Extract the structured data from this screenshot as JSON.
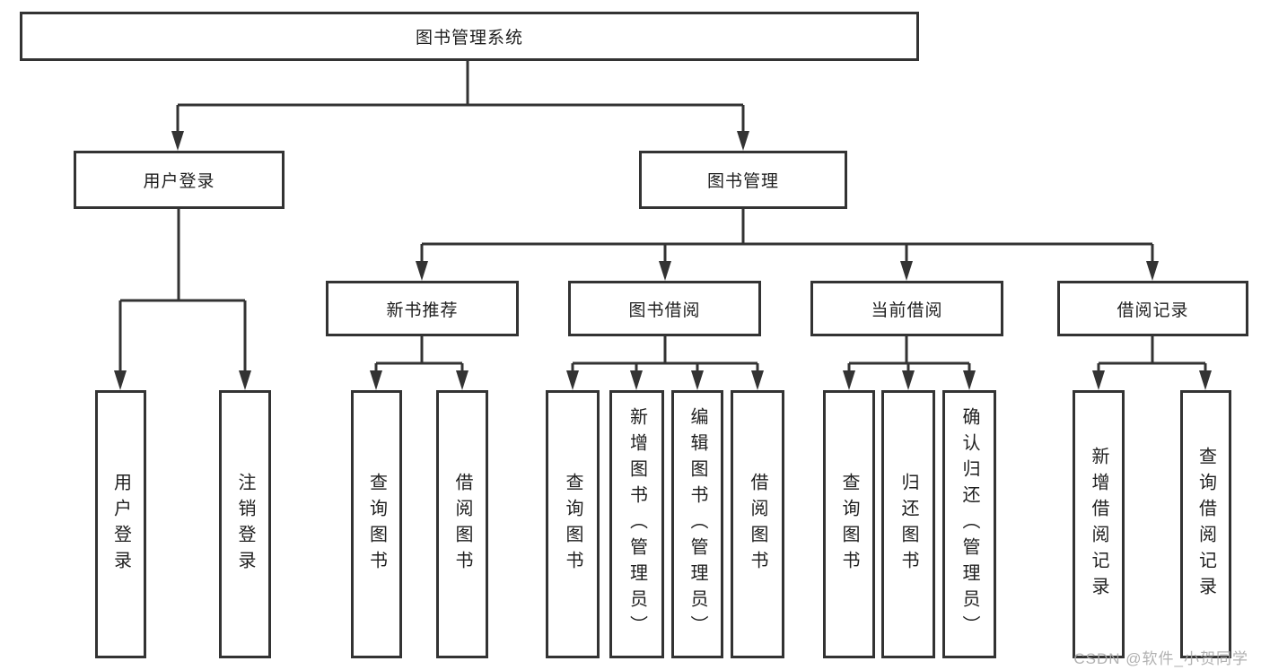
{
  "colors": {
    "line": "#333333",
    "box_background": "#ffffff",
    "text": "#1f1f1f",
    "watermark": "#a9a9a9"
  },
  "watermark": {
    "text": "CSDN @软件_小贺同学"
  },
  "tree": {
    "label": "图书管理系统",
    "children": [
      {
        "label": "用户登录",
        "children": [
          {
            "label": "用户登录"
          },
          {
            "label": "注销登录"
          }
        ]
      },
      {
        "label": "图书管理",
        "children": [
          {
            "label": "新书推荐",
            "children": [
              {
                "label": "查询图书"
              },
              {
                "label": "借阅图书"
              }
            ]
          },
          {
            "label": "图书借阅",
            "children": [
              {
                "label": "查询图书"
              },
              {
                "label": "新增图书（管理员）"
              },
              {
                "label": "编辑图书（管理员）"
              },
              {
                "label": "借阅图书"
              }
            ]
          },
          {
            "label": "当前借阅",
            "children": [
              {
                "label": "查询图书"
              },
              {
                "label": "归还图书"
              },
              {
                "label": "确认归还（管理员）"
              }
            ]
          },
          {
            "label": "借阅记录",
            "children": [
              {
                "label": "新增借阅记录"
              },
              {
                "label": "查询借阅记录"
              }
            ]
          }
        ]
      }
    ]
  }
}
